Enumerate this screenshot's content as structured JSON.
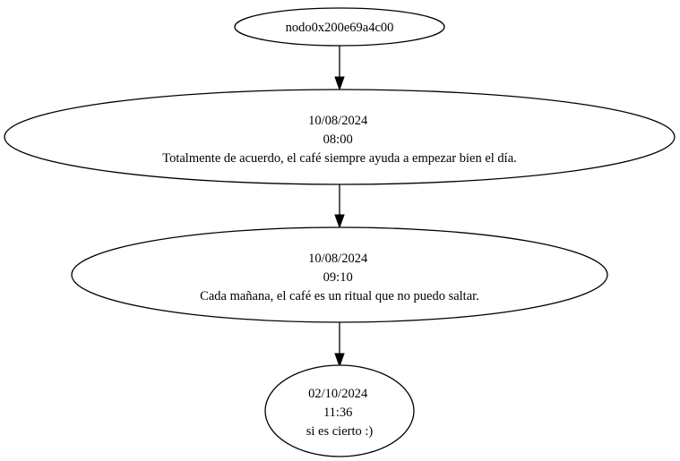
{
  "graph": {
    "nodes": [
      {
        "id": "n0",
        "lines": [
          "nodo0x200e69a4c00"
        ]
      },
      {
        "id": "n1",
        "lines": [
          "10/08/2024",
          "08:00",
          "Totalmente de acuerdo, el café siempre ayuda a empezar bien el día."
        ]
      },
      {
        "id": "n2",
        "lines": [
          "10/08/2024",
          "09:10",
          "Cada mañana, el café es un ritual que no puedo saltar."
        ]
      },
      {
        "id": "n3",
        "lines": [
          "02/10/2024",
          "11:36",
          "si es cierto :)"
        ]
      }
    ],
    "edges": [
      {
        "from": "n0",
        "to": "n1"
      },
      {
        "from": "n1",
        "to": "n2"
      },
      {
        "from": "n2",
        "to": "n3"
      }
    ]
  },
  "colors": {
    "background": "#ffffff",
    "stroke": "#000000",
    "text": "#000000"
  }
}
